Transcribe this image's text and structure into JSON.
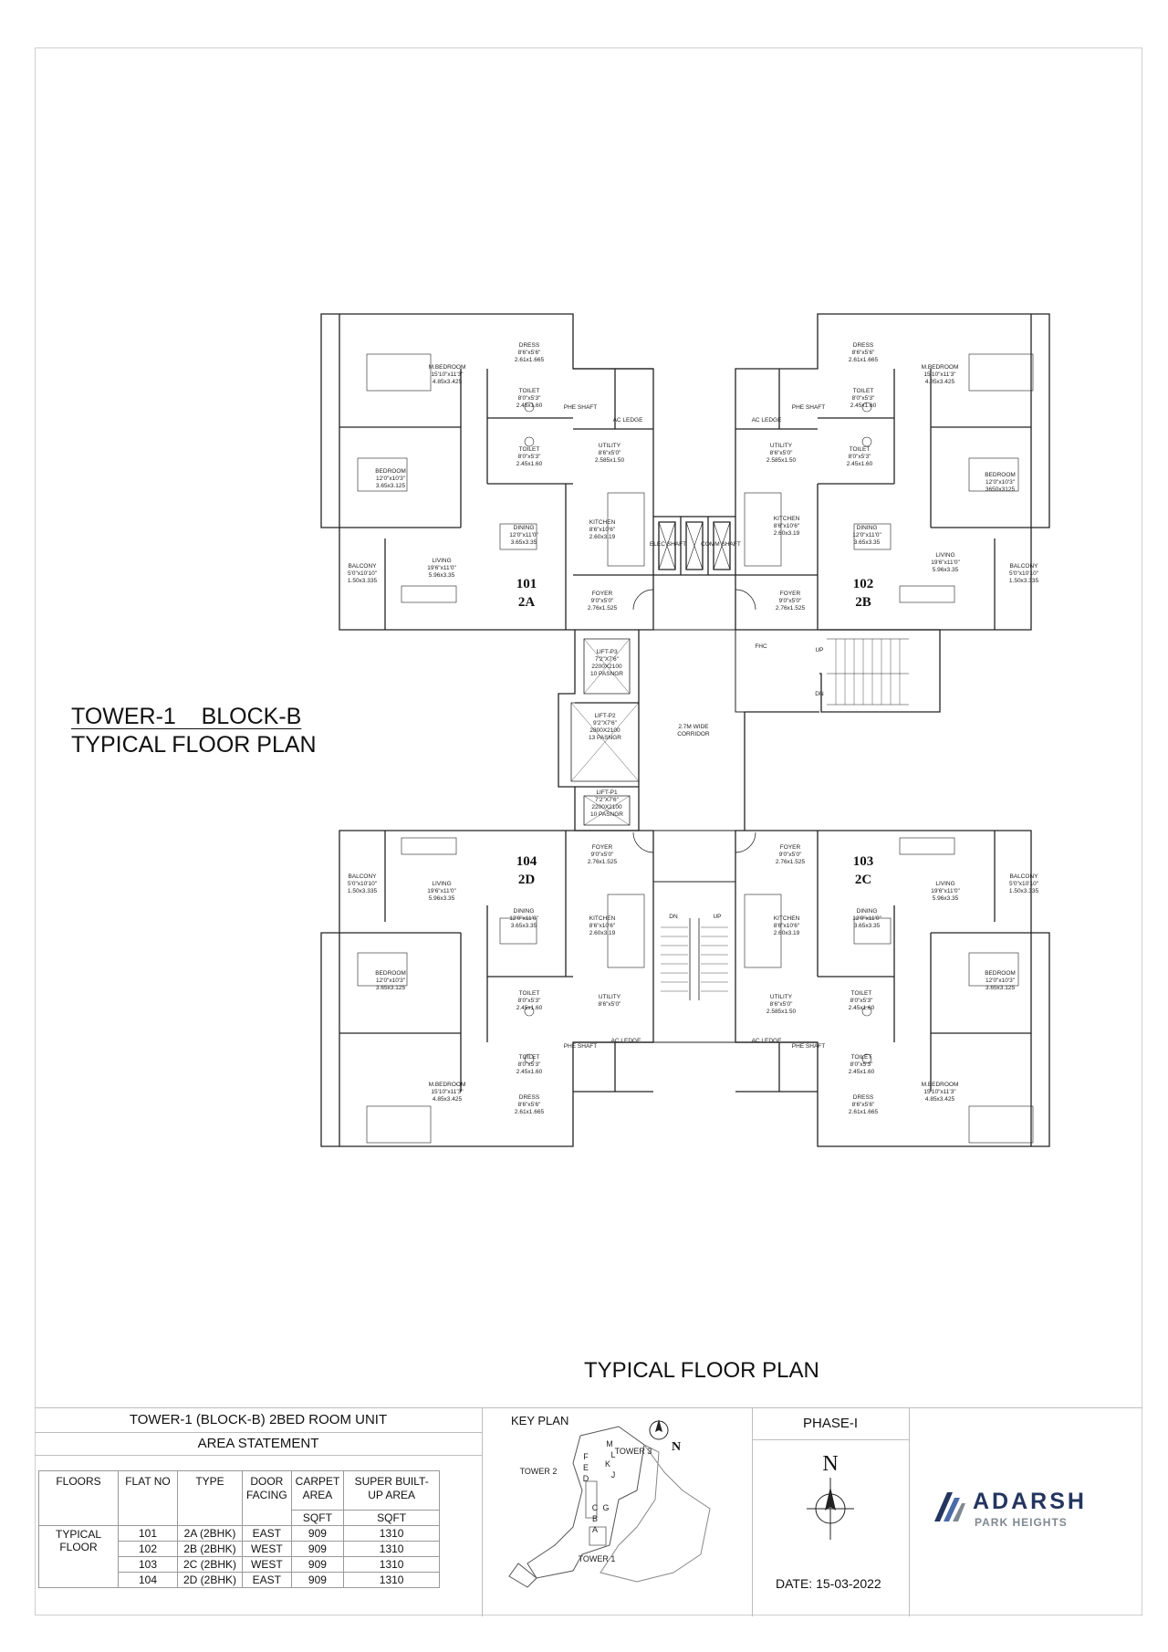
{
  "title": {
    "line1": "TOWER-1    BLOCK-B",
    "line2": "TYPICAL FLOOR PLAN"
  },
  "plan_caption": "TYPICAL FLOOR PLAN",
  "units": {
    "u101": {
      "no": "101",
      "type": "2A"
    },
    "u102": {
      "no": "102",
      "type": "2B"
    },
    "u103": {
      "no": "103",
      "type": "2C"
    },
    "u104": {
      "no": "104",
      "type": "2D"
    }
  },
  "rooms": {
    "dress_a": [
      "DRESS",
      "8'6\"x5'6\"",
      "2.61x1.665"
    ],
    "mbed_a": [
      "M.BEDROOM",
      "15'10\"x11'3\"",
      "4.85x3.425"
    ],
    "toilet1_a": [
      "TOILET",
      "8'0\"x5'3\"",
      "2.45x1.60"
    ],
    "toilet2_a": [
      "TOILET",
      "8'0\"x5'3\"",
      "2.45x1.60"
    ],
    "utility_a": [
      "UTILITY",
      "8'6\"x5'0\"",
      "2.585x1.50"
    ],
    "bed_a": [
      "BEDROOM",
      "12'0\"x10'3\"",
      "3.65x3.125"
    ],
    "dining_a": [
      "DINING",
      "12'0\"x11'0\"",
      "3.65x3.35"
    ],
    "kitchen_a": [
      "KITCHEN",
      "8'6\"x10'6\"",
      "2.60x3.19"
    ],
    "living_a": [
      "LIVING",
      "19'6\"x11'0\"",
      "5.96x3.35"
    ],
    "balcony_a": [
      "BALCONY",
      "5'0\"x10'10\"",
      "1.50x3.335"
    ],
    "foyer_a": [
      "FOYER",
      "9'0\"x5'0\"",
      "2.76x1.525"
    ],
    "bed_b": [
      "BEDROOM",
      "12'0\"x10'3\"",
      "3650x3125"
    ],
    "utility_d": [
      "UTILITY",
      "8'6\"x5'0\""
    ],
    "pheshaft": "PHE SHAFT",
    "acledge": "AC LEDGE",
    "elecshaft": "ELEC SHAFT",
    "commshaft": "COMM SHAFT",
    "fhc": "FHC",
    "up": "UP",
    "dn": "DN",
    "lift_p3": [
      "LIFT-P3",
      "7'2\"X7'6\"",
      "2200X2100",
      "10 PASNGR"
    ],
    "lift_p2": [
      "LIFT-P2",
      "9'2\"X7'6\"",
      "2800X2100",
      "13 PASNGR"
    ],
    "lift_p1": [
      "LIFT-P1",
      "7'2\"X7'6\"",
      "2200X2100",
      "10 PASNGR"
    ],
    "corridor": [
      "2.7M WIDE",
      "CORRIDOR"
    ]
  },
  "area_statement": {
    "title": "TOWER-1 (BLOCK-B) 2BED ROOM UNIT",
    "subtitle": "AREA STATEMENT",
    "headers": [
      "FLOORS",
      "FLAT NO",
      "TYPE",
      "DOOR FACING",
      "CARPET AREA",
      "SUPER BUILT-UP AREA"
    ],
    "units_row": [
      "SQFT",
      "SQFT"
    ],
    "floor_label": "TYPICAL FLOOR",
    "rows": [
      [
        "101",
        "2A (2BHK)",
        "EAST",
        "909",
        "1310"
      ],
      [
        "102",
        "2B (2BHK)",
        "WEST",
        "909",
        "1310"
      ],
      [
        "103",
        "2C (2BHK)",
        "WEST",
        "909",
        "1310"
      ],
      [
        "104",
        "2D (2BHK)",
        "EAST",
        "909",
        "1310"
      ]
    ]
  },
  "key_plan": {
    "title": "KEY PLAN",
    "north": "N",
    "tower1": "TOWER 1",
    "tower2": "TOWER 2",
    "tower3": "TOWER 3",
    "letters": [
      "M",
      "L",
      "K",
      "J",
      "F",
      "E",
      "D",
      "C",
      "B",
      "A",
      "G"
    ]
  },
  "phase": {
    "title": "PHASE-I",
    "north": "N",
    "date": "DATE: 15-03-2022"
  },
  "brand": {
    "name": "ADARSH",
    "sub": "PARK HEIGHTS",
    "color": "#24355f"
  }
}
